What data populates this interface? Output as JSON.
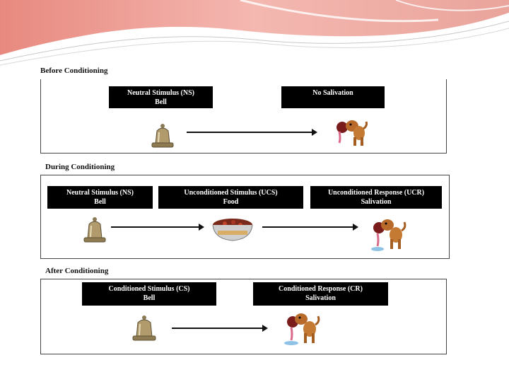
{
  "before": {
    "title": "Before Conditioning",
    "ns_line1": "Neutral Stimulus (NS)",
    "ns_line2": "Bell",
    "resp_line1": "No Salivation"
  },
  "during": {
    "title": "During Conditioning",
    "ns_line1": "Neutral Stimulus (NS)",
    "ns_line2": "Bell",
    "ucs_line1": "Unconditioned Stimulus (UCS)",
    "ucs_line2": "Food",
    "ucr_line1": "Unconditioned Response (UCR)",
    "ucr_line2": "Salivation"
  },
  "after": {
    "title": "After Conditioning",
    "cs_line1": "Conditioned Stimulus (CS)",
    "cs_line2": "Bell",
    "cr_line1": "Conditioned Response (CR)",
    "cr_line2": "Salivation"
  },
  "icons": [
    "bell-icon",
    "dog-icon",
    "food-bowl-icon",
    "drool-icon"
  ],
  "colors": {
    "banner_red": "#e9928a",
    "banner_pink": "#f6c9c4",
    "label_bg": "#000000"
  }
}
